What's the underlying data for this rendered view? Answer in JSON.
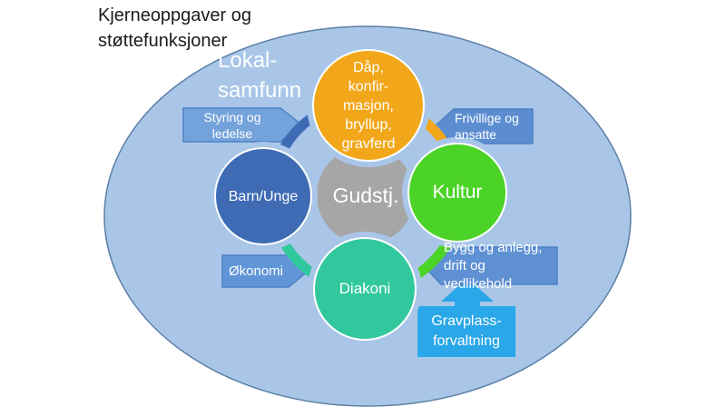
{
  "title": "Kjerneoppgaver og\nstøttefunksjoner",
  "diagram": {
    "context_label": "Lokal-\nsamfunn",
    "center": {
      "label": "Gudstj.",
      "color": "#A6A6A6"
    },
    "nodes": [
      {
        "id": "dap",
        "label": "Dåp,\nkonfir-\nmasjon,\nbryllup,\ngravferd",
        "color": "#F2A71B",
        "position": "top"
      },
      {
        "id": "kultur",
        "label": "Kultur",
        "color": "#4CD327",
        "position": "right"
      },
      {
        "id": "diakoni",
        "label": "Diakoni",
        "color": "#32C89E",
        "position": "bottom"
      },
      {
        "id": "barn-unge",
        "label": "Barn/Unge",
        "color": "#3E6BB4",
        "position": "left"
      }
    ],
    "support_banners": [
      {
        "id": "styring",
        "label": "Styring og\nledelse",
        "direction": "right",
        "fill": "#74A2DB"
      },
      {
        "id": "frivillige",
        "label": "Frivillige og\nansatte",
        "direction": "left",
        "fill": "#5C8DD1"
      },
      {
        "id": "okonomi",
        "label": "Økonomi",
        "direction": "right",
        "fill": "#6095D7"
      },
      {
        "id": "bygg",
        "label": "Bygg og anlegg,\ndrift og vedlikehold",
        "direction": "left",
        "fill": "#5E90D3"
      }
    ],
    "callout": {
      "label": "Gravplass-\nforvaltning",
      "color": "#29A7E8"
    },
    "colors": {
      "ellipse_fill": "#A9C6E8",
      "ellipse_border": "#5B7FA6",
      "banner_border": "#4E81C4"
    }
  }
}
